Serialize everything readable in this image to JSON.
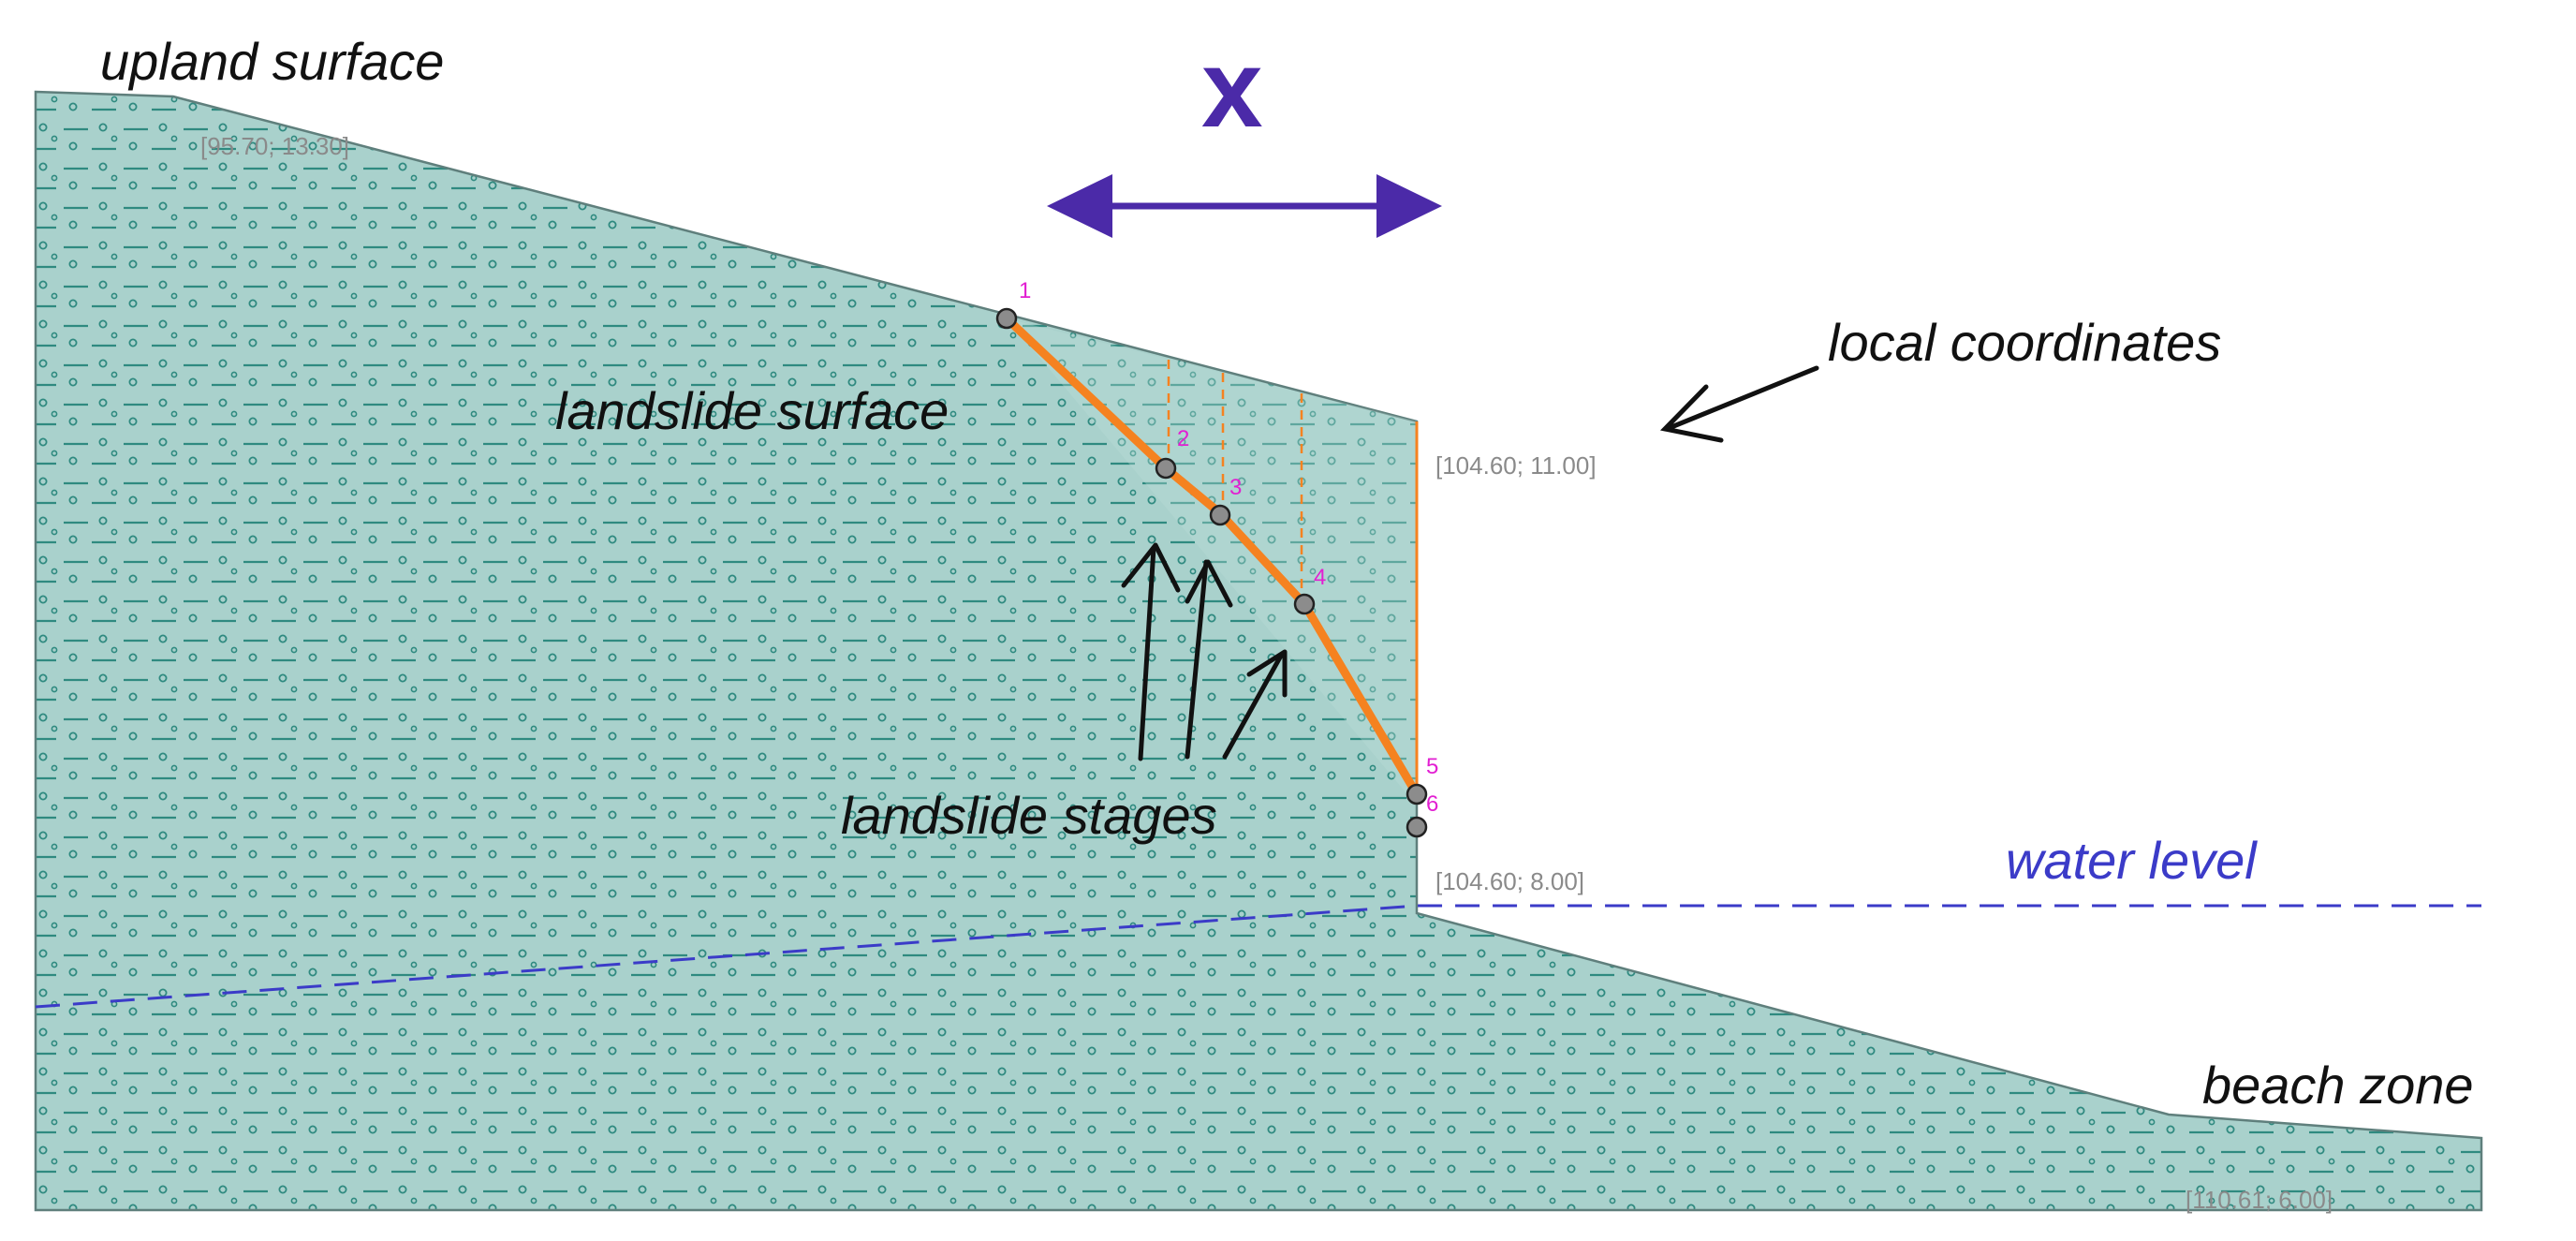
{
  "labels": {
    "upland": "upland surface",
    "landslide_surface": "landslide surface",
    "local_coordinates": "local coordinates",
    "water_level": "water level",
    "landslide_stages": "landslide stages",
    "beach_zone": "beach zone",
    "x_symbol": "x"
  },
  "coordinates": {
    "c1": "[95.70; 13.30]",
    "c2": "[104.60; 11.00]",
    "c3": "[104.60; 8.00]",
    "c4": "[110.61; 6.00]"
  },
  "points": [
    "1",
    "2",
    "3",
    "4",
    "5",
    "6"
  ],
  "colors": {
    "soil": "#a9d1cc",
    "soil_edge": "#5f7f7c",
    "pattern": "#2f8a80",
    "slip_surface": "#f58220",
    "water": "#3b3bc8",
    "arrow_x": "#4b2aa8",
    "point_label": "#e21fd2",
    "point_fill": "#8c8c8c"
  }
}
